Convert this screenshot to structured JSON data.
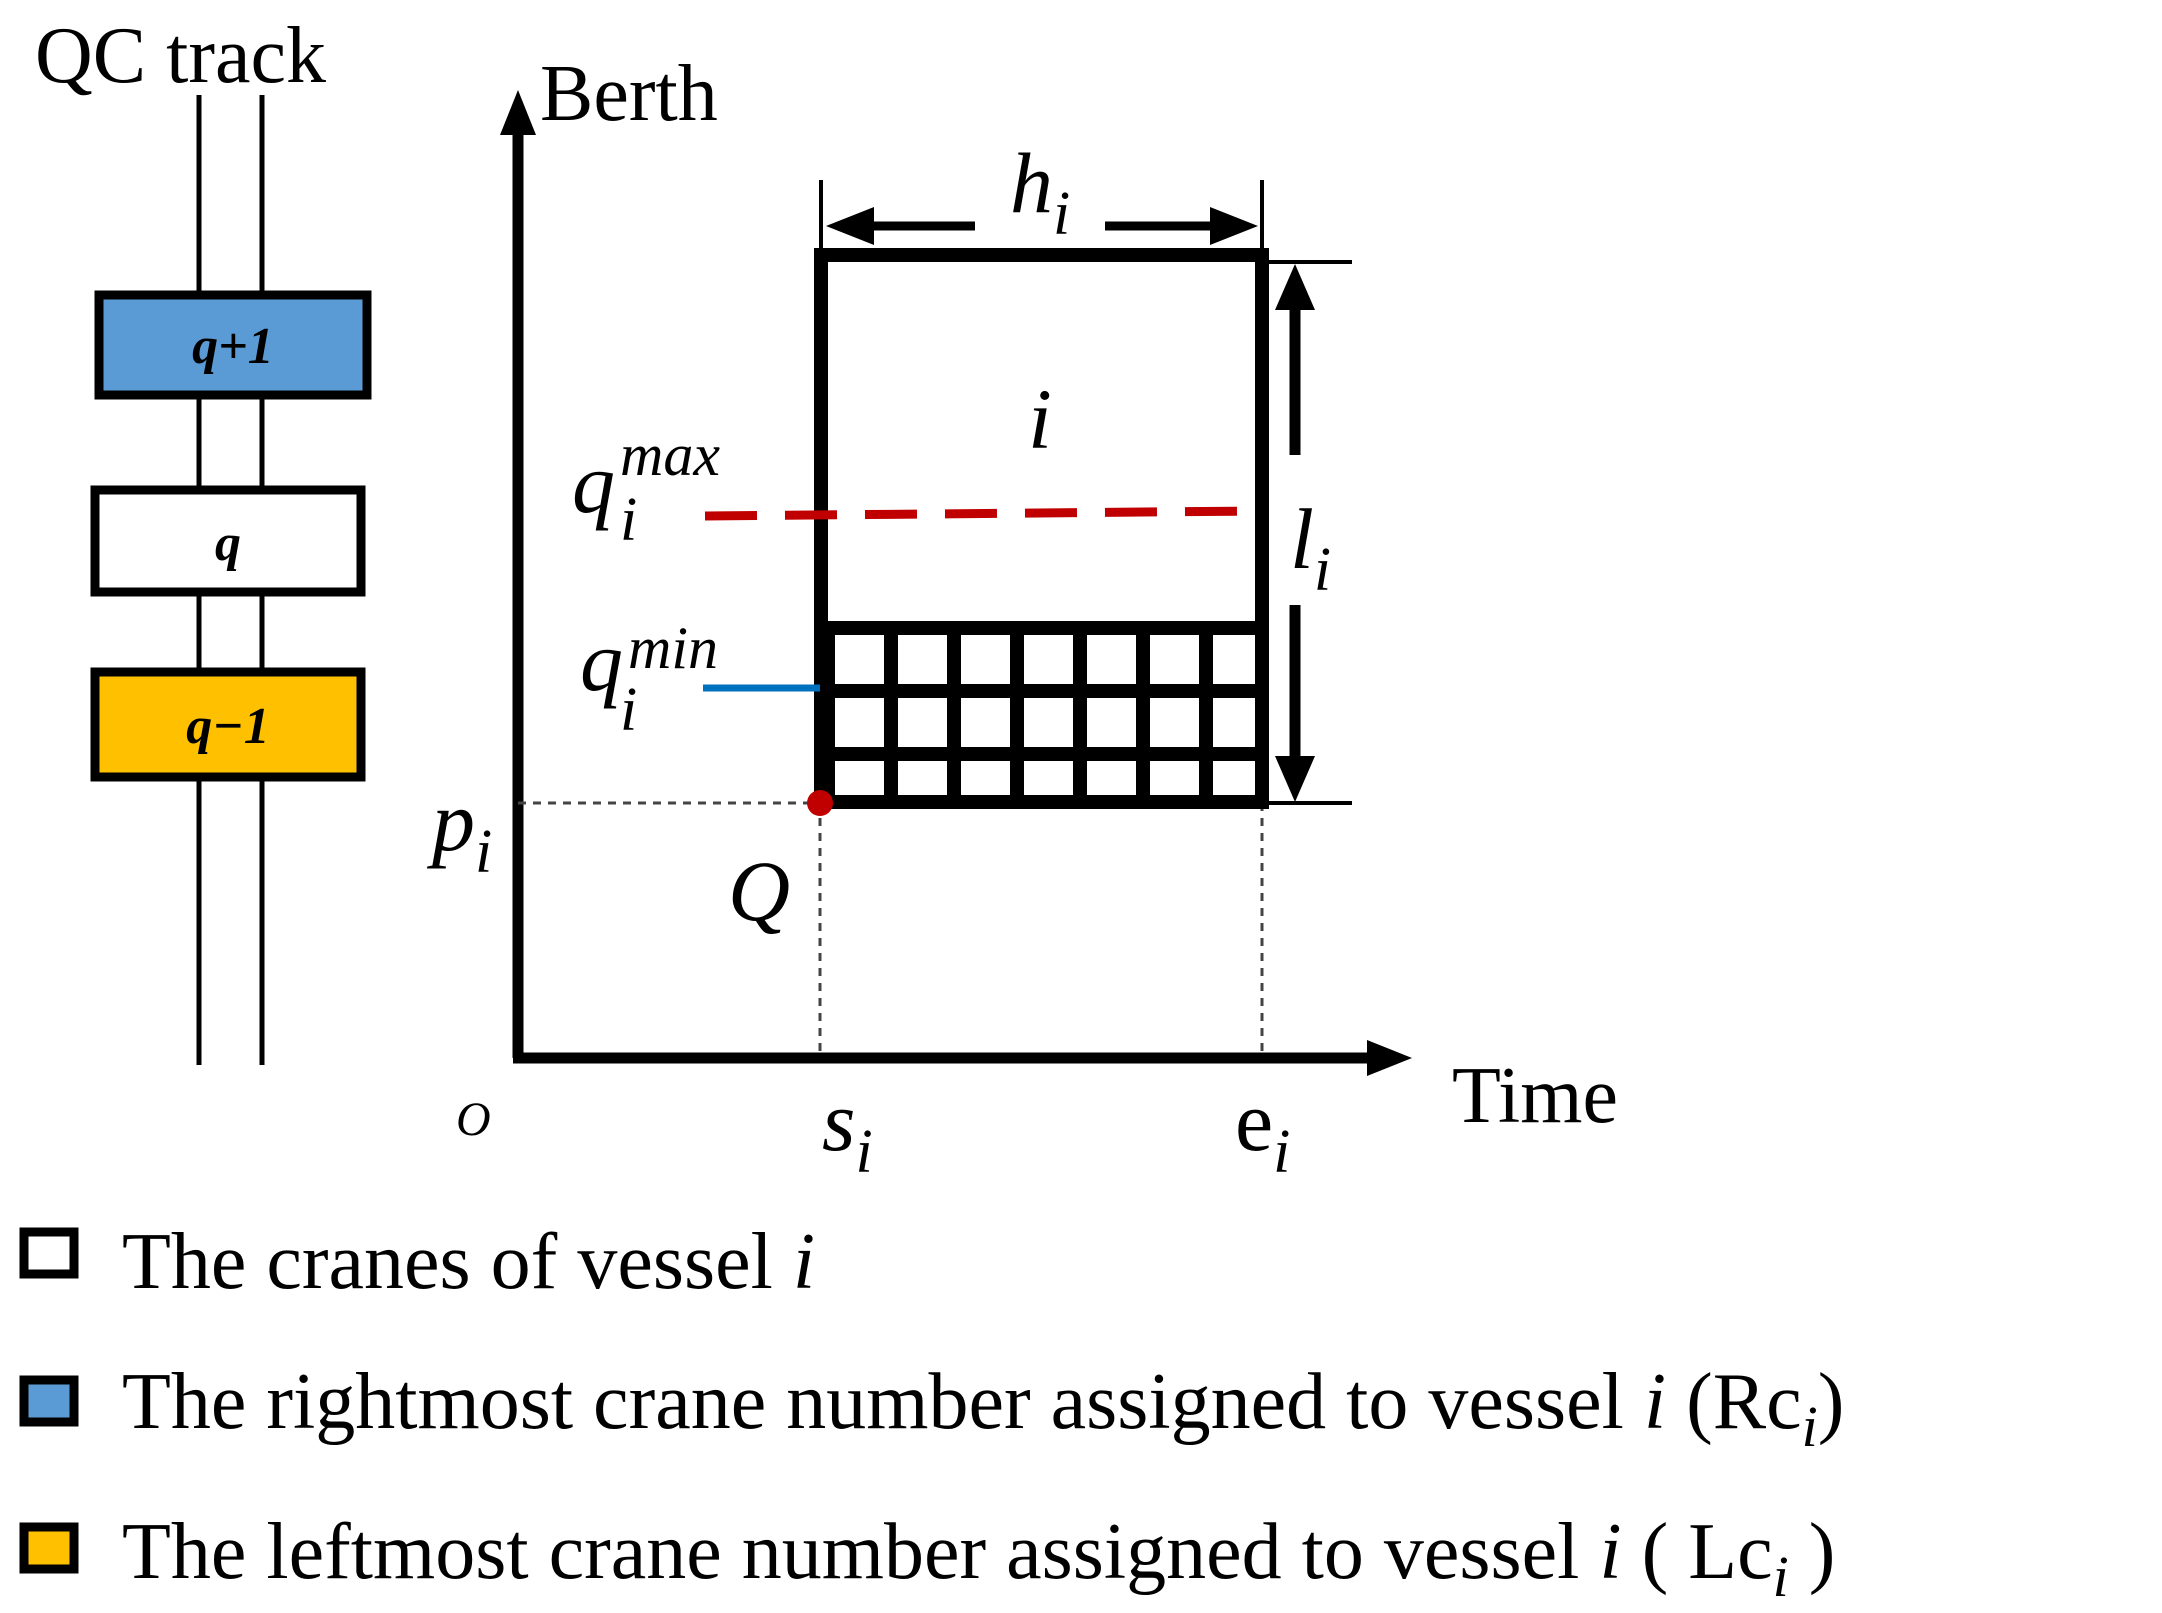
{
  "qc_track": {
    "title": "QC track",
    "cranes": [
      {
        "label": "q+1",
        "fill": "#5b9bd5"
      },
      {
        "label": "q",
        "fill": "#ffffff"
      },
      {
        "label": "q−1",
        "fill": "#ffc000"
      }
    ]
  },
  "plot": {
    "y_axis_label": "Berth",
    "x_axis_label": "Time",
    "origin_label": "O",
    "vessel_label": "i",
    "width_label": {
      "main": "h",
      "sub": "i"
    },
    "length_label": {
      "main": "l",
      "sub": "i"
    },
    "qmax_label": {
      "main": "q",
      "sub": "i",
      "sup": "max"
    },
    "qmin_label": {
      "main": "q",
      "sub": "i",
      "sup": "min"
    },
    "position_label": {
      "main": "p",
      "sub": "i"
    },
    "corner_label": "Q",
    "start_label": {
      "main": "s",
      "sub": "i"
    },
    "end_label": {
      "main": "e",
      "sub": "i"
    },
    "qmax_color": "#c00000",
    "qmin_color": "#0070c0",
    "corner_color": "#c00000"
  },
  "legend": [
    {
      "fill": "#ffffff",
      "text": "The cranes of vessel ",
      "var": "i",
      "paren_open": "",
      "paren_main": "",
      "paren_sub": "",
      "paren_close": ""
    },
    {
      "fill": "#5b9bd5",
      "text": "The rightmost crane number assigned to vessel ",
      "var": "i",
      "paren_open": " (",
      "paren_main": "Rc",
      "paren_sub": "i",
      "paren_close": ")"
    },
    {
      "fill": "#ffc000",
      "text": "The leftmost crane number assigned to vessel ",
      "var": "i",
      "paren_open": " ( ",
      "paren_main": "Lc",
      "paren_sub": "i",
      "paren_close": " )"
    }
  ]
}
